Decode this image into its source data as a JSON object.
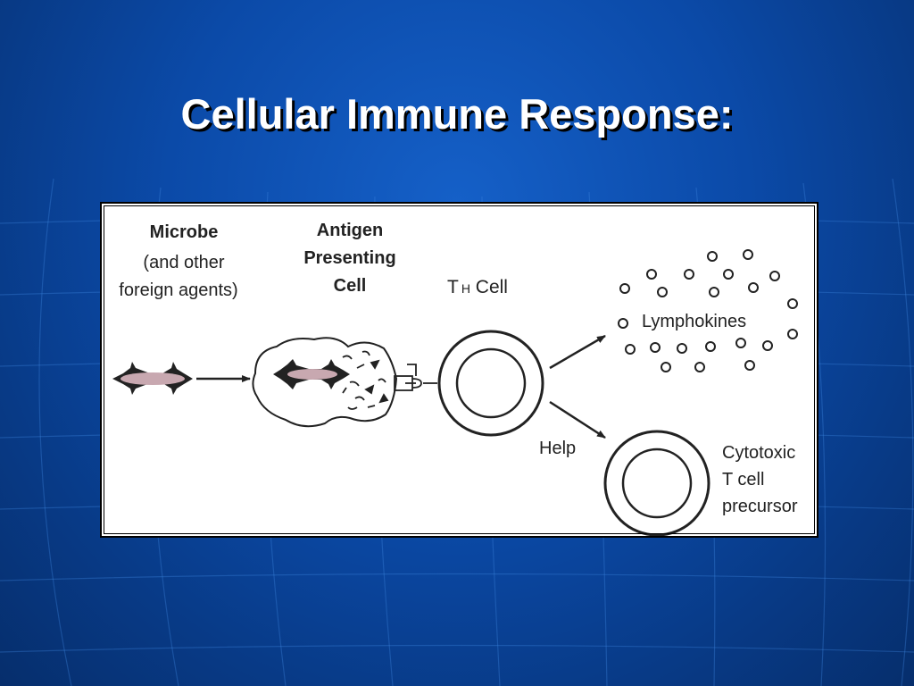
{
  "slide": {
    "title": "Cellular Immune Response:"
  },
  "diagram": {
    "microbe": {
      "label_line1": "Microbe",
      "label_line2": "(and other",
      "label_line3": "foreign agents)"
    },
    "apc": {
      "label_line1": "Antigen",
      "label_line2": "Presenting",
      "label_line3": "Cell"
    },
    "th_cell": {
      "label_prefix": "T",
      "label_subscript": "H",
      "label_suffix": " Cell"
    },
    "lymphokines": {
      "label": "Lymphokines"
    },
    "help": {
      "label": "Help"
    },
    "cytotoxic": {
      "label_line1": "Cytotoxic",
      "label_line2": "T cell",
      "label_line3": "precursor"
    }
  }
}
